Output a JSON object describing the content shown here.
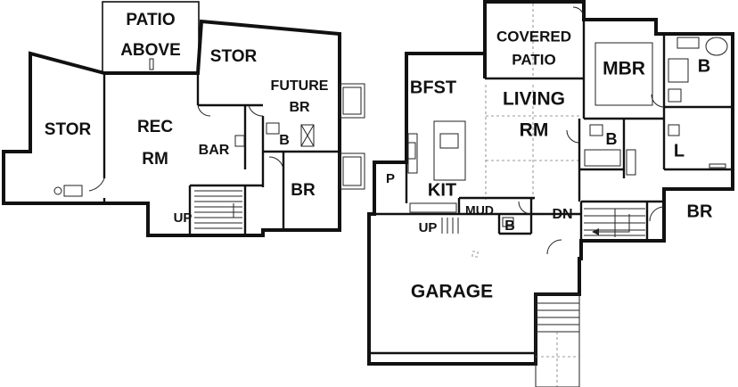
{
  "rooms": {
    "patio_above_1": "PATIO",
    "patio_above_2": "ABOVE",
    "stor_top": "STOR",
    "future_br_1": "FUTURE",
    "future_br_2": "BR",
    "stor_left": "STOR",
    "rec_rm_1": "REC",
    "rec_rm_2": "RM",
    "bar": "BAR",
    "bath_lower": "B",
    "br_lower": "BR",
    "up_lower": "UP",
    "covered_patio_1": "COVERED",
    "covered_patio_2": "PATIO",
    "bfst": "BFST",
    "living_rm_1": "LIVING",
    "living_rm_2": "RM",
    "mbr": "MBR",
    "bath_master": "B",
    "bath_main": "B",
    "laundry": "L",
    "pantry": "P",
    "kit": "KIT",
    "mud": "MUD",
    "bath_mud": "B",
    "dn": "DN",
    "up_main": "UP",
    "br_main": "BR",
    "garage": "GARAGE"
  }
}
